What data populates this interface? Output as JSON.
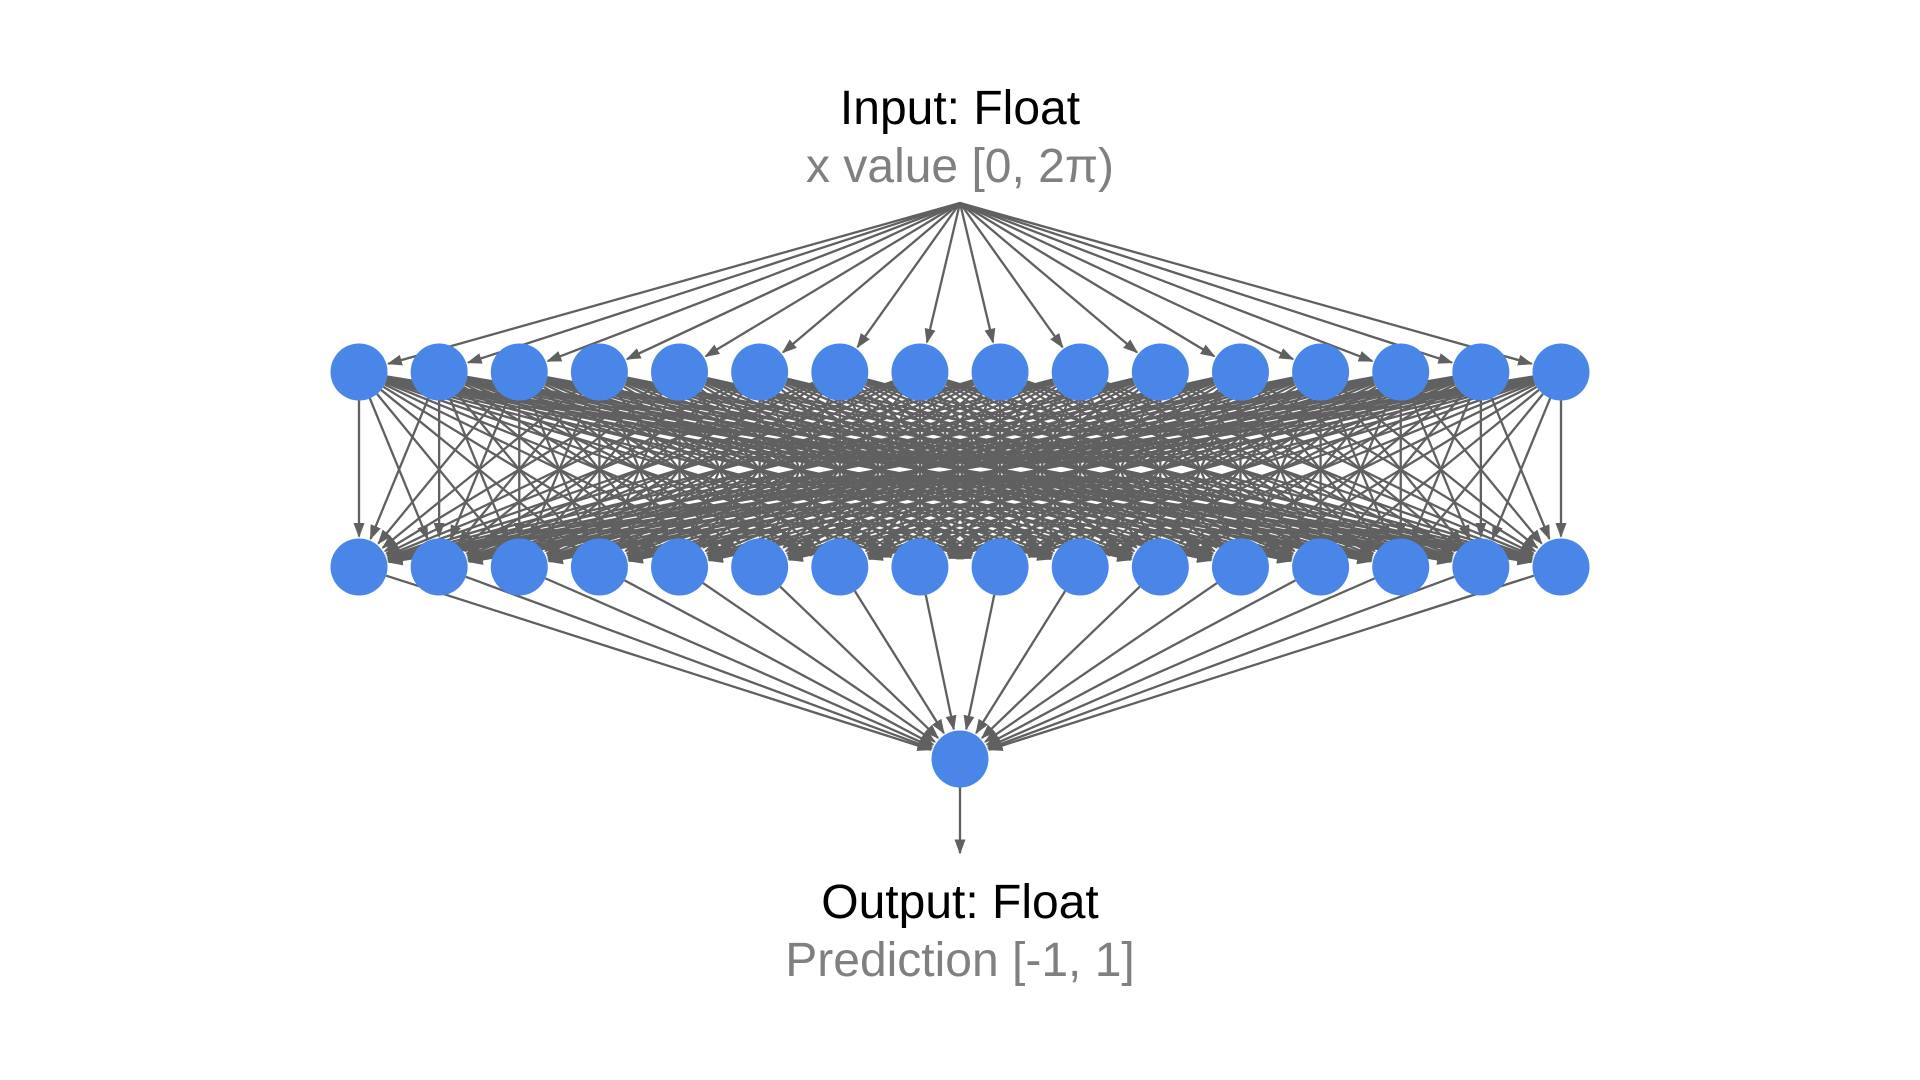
{
  "page": {
    "background": "#ffffff"
  },
  "input_label": {
    "title": "Input: Float",
    "subtitle": "x value [0, 2π)"
  },
  "output_label": {
    "title": "Output: Float",
    "subtitle": "Prediction [-1, 1]"
  },
  "network": {
    "hidden_layer_1_nodes": 16,
    "hidden_layer_2_nodes": 16,
    "output_nodes": 1,
    "colors": {
      "node_fill": "#4a86e8",
      "edge": "#606060",
      "title_text": "#000000",
      "subtitle_text": "#808080"
    }
  }
}
